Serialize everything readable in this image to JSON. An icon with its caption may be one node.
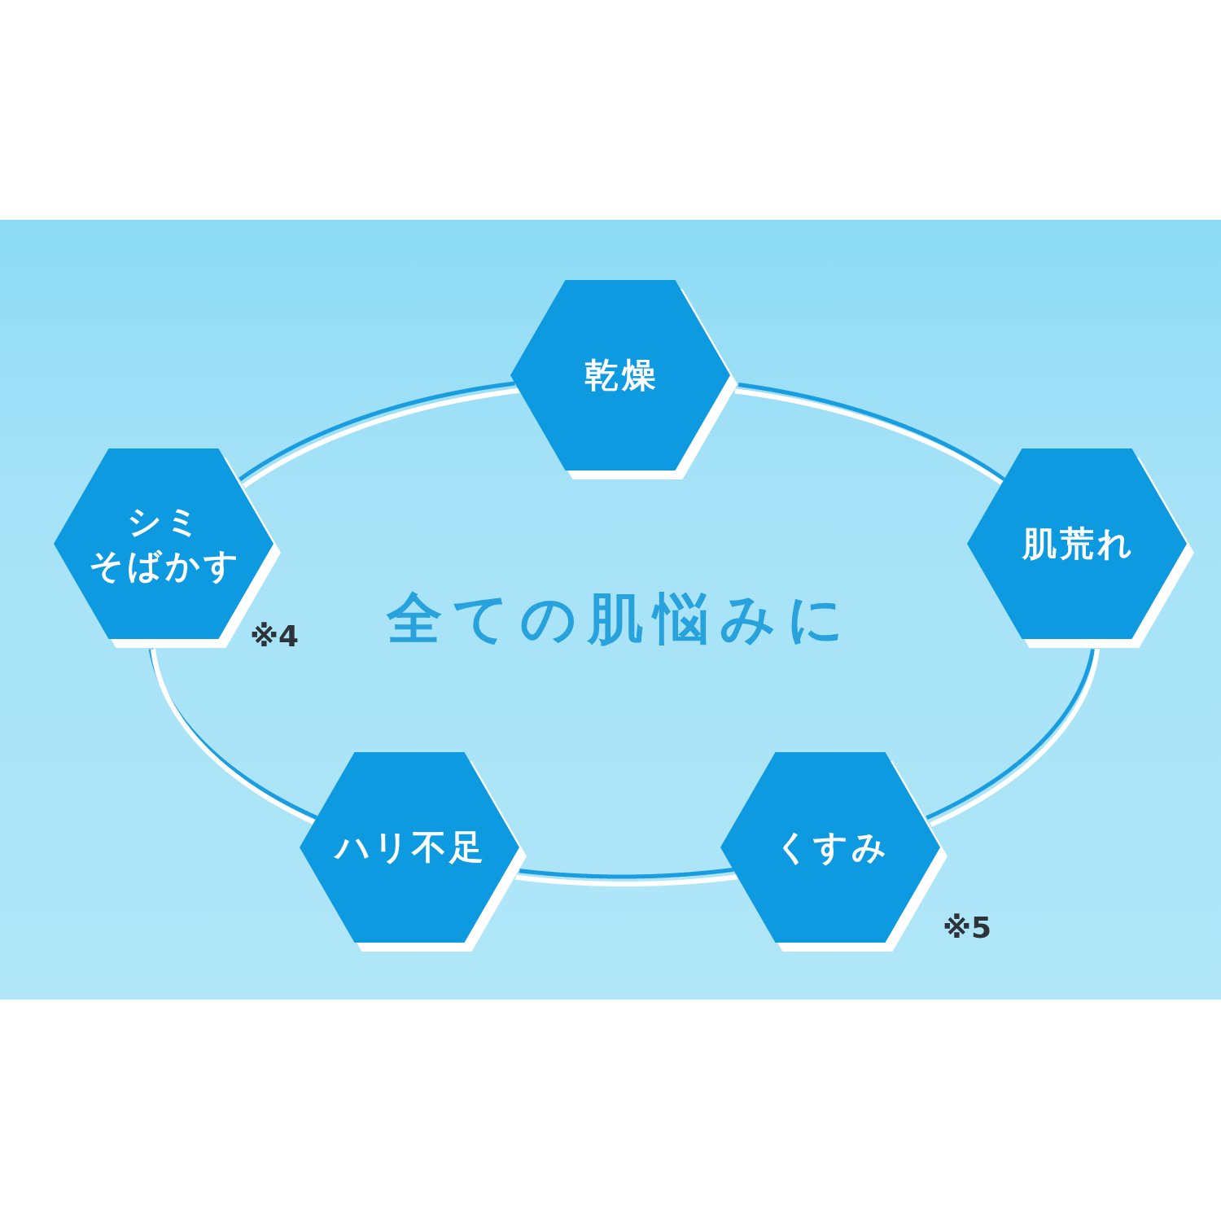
{
  "diagram": {
    "nodes": [
      {
        "text": [
          "乾燥"
        ]
      },
      {
        "text": [
          "シミ",
          "そばかす"
        ],
        "beside": [
          "※4"
        ]
      },
      {
        "text": [
          "肌荒れ"
        ]
      },
      {
        "text": [
          "ハリ不足"
        ]
      },
      {
        "text": [
          "くすみ"
        ],
        "beside": [
          "※5"
        ]
      }
    ],
    "edges": [
      {
        "from": 0,
        "to": 2,
        "arrow": "none"
      },
      {
        "from": 2,
        "to": 4,
        "arrow": "none"
      },
      {
        "from": 4,
        "to": 3,
        "arrow": "none"
      },
      {
        "from": 3,
        "to": 1,
        "arrow": "none"
      },
      {
        "from": 1,
        "to": 0,
        "arrow": "none"
      }
    ],
    "labels": [
      "全ての肌悩みに"
    ]
  }
}
